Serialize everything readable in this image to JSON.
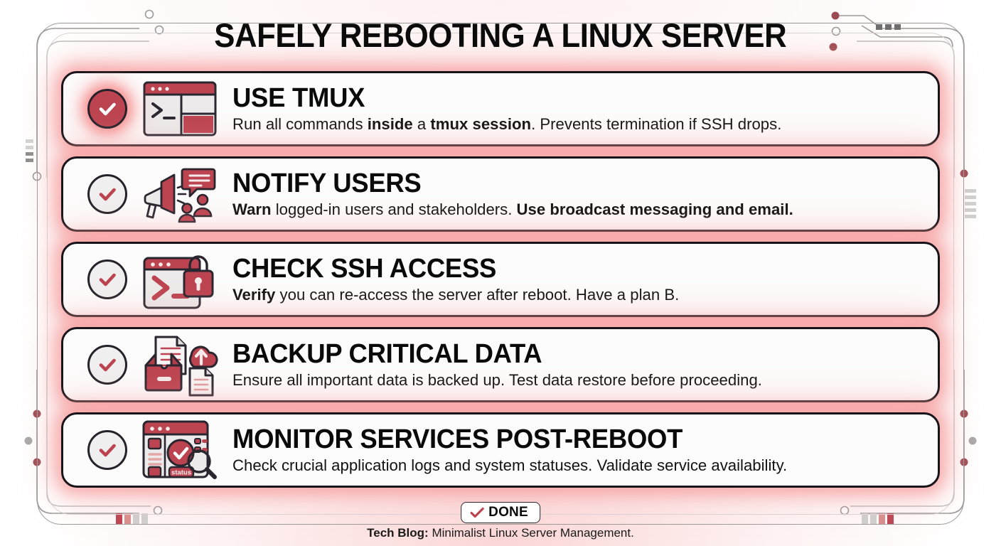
{
  "header": {
    "title": "SAFELY REBOOTING A LINUX SERVER"
  },
  "cards": [
    {
      "state": "done",
      "check_icon": "check-filled-icon",
      "icon": "terminal-panes-icon",
      "heading": "USE TMUX",
      "desc_parts": [
        {
          "text": "Run all commands ",
          "bold": false
        },
        {
          "text": "inside",
          "bold": true
        },
        {
          "text": " a ",
          "bold": false
        },
        {
          "text": "tmux session",
          "bold": true
        },
        {
          "text": ". Prevents termination if SSH drops.",
          "bold": false
        }
      ],
      "desc_plain": "Run all commands inside a tmux session. Prevents termination if SSH drops."
    },
    {
      "state": "pending",
      "check_icon": "check-outline-icon",
      "icon": "megaphone-users-icon",
      "heading": "NOTIFY USERS",
      "desc_parts": [
        {
          "text": "Warn",
          "bold": true
        },
        {
          "text": " logged-in users and stakeholders. ",
          "bold": false
        },
        {
          "text": "Use broadcast messaging and email.",
          "bold": true
        }
      ],
      "desc_plain": "Warn logged-in users and stakeholders. Use broadcast messaging and email."
    },
    {
      "state": "pending",
      "check_icon": "check-outline-icon",
      "icon": "terminal-lock-icon",
      "heading": "CHECK SSH ACCESS",
      "desc_parts": [
        {
          "text": "Verify",
          "bold": true
        },
        {
          "text": " you can re-access the server after reboot. Have a plan B.",
          "bold": false
        }
      ],
      "desc_plain": "Verify you can re-access the server after reboot. Have a plan B."
    },
    {
      "state": "pending",
      "check_icon": "check-outline-icon",
      "icon": "backup-tray-cloud-icon",
      "heading": "BACKUP CRITICAL DATA",
      "desc_parts": [
        {
          "text": "Ensure all important data is backed up. Test data restore before proceeding.",
          "bold": false
        }
      ],
      "desc_plain": "Ensure all important data is backed up. Test data restore before proceeding."
    },
    {
      "state": "pending",
      "check_icon": "check-outline-icon",
      "icon": "dashboard-status-magnifier-icon",
      "heading": "MONITOR SERVICES POST-REBOOT",
      "desc_parts": [
        {
          "text": "Check crucial application logs and system statuses. Validate service availability.",
          "bold": false
        }
      ],
      "desc_plain": "Check crucial application logs and system statuses. Validate service availability."
    }
  ],
  "icon_labels": {
    "status_chip": "status"
  },
  "footer": {
    "done_label": "DONE",
    "done_check_icon": "check-icon",
    "credit_bold": "Tech Blog:",
    "credit_rest": " Minimalist Linux Server Management."
  },
  "colors": {
    "accent_red": "#bc4450",
    "deep_red": "#a83b46",
    "ink": "#17141a",
    "glow": "#f68c8c",
    "panel": "#eceaea",
    "card_bg": "#fdfcfc"
  }
}
